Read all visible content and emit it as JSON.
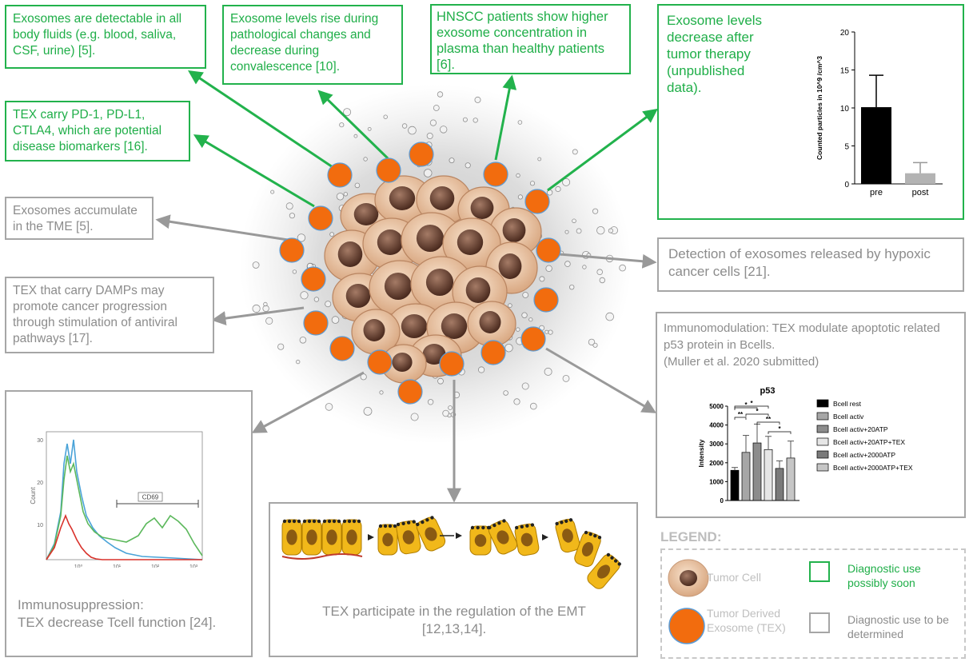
{
  "boxes": {
    "body_fluids": "Exosomes are detectable in all body fluids (e.g. blood, saliva, CSF, urine) [5].",
    "pathological": "Exosome levels rise during pathological changes and decrease during convalescence [10].",
    "hnscc": "HNSCC patients show higher exosome concentration in plasma than healthy patients [6].",
    "therapy": "Exosome levels decrease after tumor therapy (unpublished data).",
    "pd1": "TEX carry PD-1, PD-L1, CTLA4, which are potential disease biomarkers [16].",
    "tme": "Exosomes accumulate in the TME [5].",
    "damps": "TEX that carry DAMPs may promote cancer progression through stimulation of antiviral pathways [17].",
    "hypoxic": "Detection of exosomes released by hypoxic cancer cells [21].",
    "immunomodulation_1": "Immunomodulation: TEX  modulate apoptotic related p53 protein in Bcells.",
    "immunomodulation_2": "(Muller et al. 2020 submitted)",
    "immunosuppression_1": "Immunosuppression:",
    "immunosuppression_2": "TEX decrease Tcell function [24].",
    "emt": "TEX participate in the regulation of the EMT [12,13,14]."
  },
  "legend": {
    "title": "LEGEND:",
    "tumor_cell": "Tumor Cell",
    "tex": "Tumor Derived Exosome (TEX)",
    "diag_soon": "Diagnostic use possibly soon",
    "diag_tbd": "Diagnostic use to be determined"
  },
  "flow": {
    "count_label": "Count",
    "gate_label": "CD69",
    "y_ticks": [
      "30",
      "20",
      "10"
    ],
    "x_ticks": [
      "10⁰",
      "10¹",
      "10²",
      "10³"
    ]
  },
  "colors": {
    "green": "#22b24c",
    "gray": "#a6a6a6",
    "exosome": "#f26c0e",
    "exosome_border": "#5b9bd5"
  },
  "chart_data": [
    {
      "type": "bar",
      "categories": [
        "pre",
        "post"
      ],
      "values": [
        10.1,
        1.4
      ],
      "errors": [
        4.2,
        1.4
      ],
      "ylabel": "Counted particles in 10^9 /cm^3",
      "ylim": [
        0,
        20
      ],
      "yticks": [
        0,
        5,
        10,
        15,
        20
      ],
      "colors": [
        "#000000",
        "#b3b3b3"
      ]
    },
    {
      "type": "bar",
      "title": "p53",
      "ylabel": "Intensity",
      "ylim": [
        0,
        5000
      ],
      "yticks": [
        0,
        1000,
        2000,
        3000,
        4000,
        5000
      ],
      "categories": [
        "Bcell rest",
        "Bcell activ",
        "Bcell activ+20ATP",
        "Bcell activ+20ATP+TEX",
        "Bcell activ+2000ATP",
        "Bcell activ+2000ATP+TEX"
      ],
      "values": [
        1600,
        2550,
        3050,
        2700,
        1700,
        2250
      ],
      "errors": [
        150,
        900,
        1000,
        700,
        400,
        900
      ],
      "colors": [
        "#000000",
        "#a6a6a6",
        "#8c8c8c",
        "#e6e6e6",
        "#7a7a7a",
        "#c6c6c6"
      ],
      "significance": [
        "*",
        "**",
        "*",
        "**",
        "*",
        "*"
      ]
    }
  ]
}
